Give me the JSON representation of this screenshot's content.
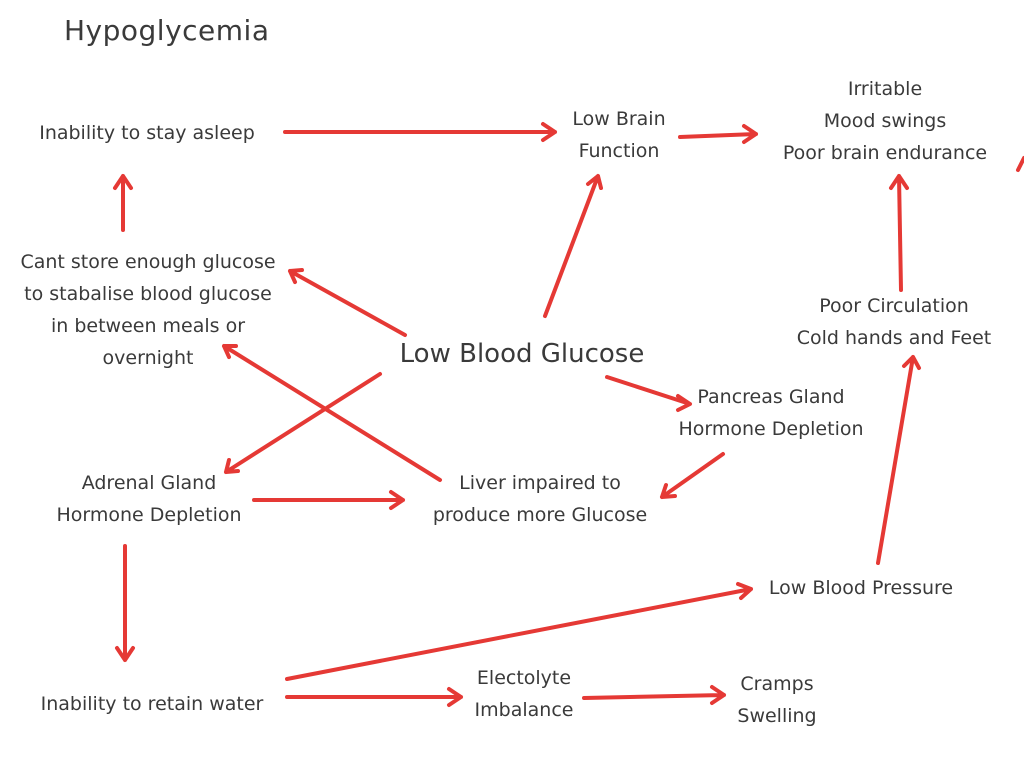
{
  "title": "Hypoglycemia",
  "nodes": {
    "sleep": {
      "lines": [
        "Inability to stay asleep"
      ]
    },
    "brain": {
      "lines": [
        "Low Brain",
        "Function"
      ]
    },
    "mood": {
      "lines": [
        "Irritable",
        "Mood swings",
        "Poor brain endurance"
      ]
    },
    "store": {
      "lines": [
        "Cant store enough glucose",
        "to stabalise blood glucose",
        "in between meals or",
        "overnight"
      ]
    },
    "center": {
      "lines": [
        "Low Blood Glucose"
      ]
    },
    "circulation": {
      "lines": [
        "Poor Circulation",
        "Cold hands and Feet"
      ]
    },
    "pancreas": {
      "lines": [
        "Pancreas Gland",
        "Hormone Depletion"
      ]
    },
    "adrenal": {
      "lines": [
        "Adrenal Gland",
        "Hormone Depletion"
      ]
    },
    "liver": {
      "lines": [
        "Liver impaired to",
        "produce more Glucose"
      ]
    },
    "bp": {
      "lines": [
        "Low Blood Pressure"
      ]
    },
    "water": {
      "lines": [
        "Inability to retain water"
      ]
    },
    "electrolyte": {
      "lines": [
        "Electolyte",
        "Imbalance"
      ]
    },
    "cramps": {
      "lines": [
        "Cramps",
        "Swelling"
      ]
    }
  },
  "arrow_color": "#e53935"
}
